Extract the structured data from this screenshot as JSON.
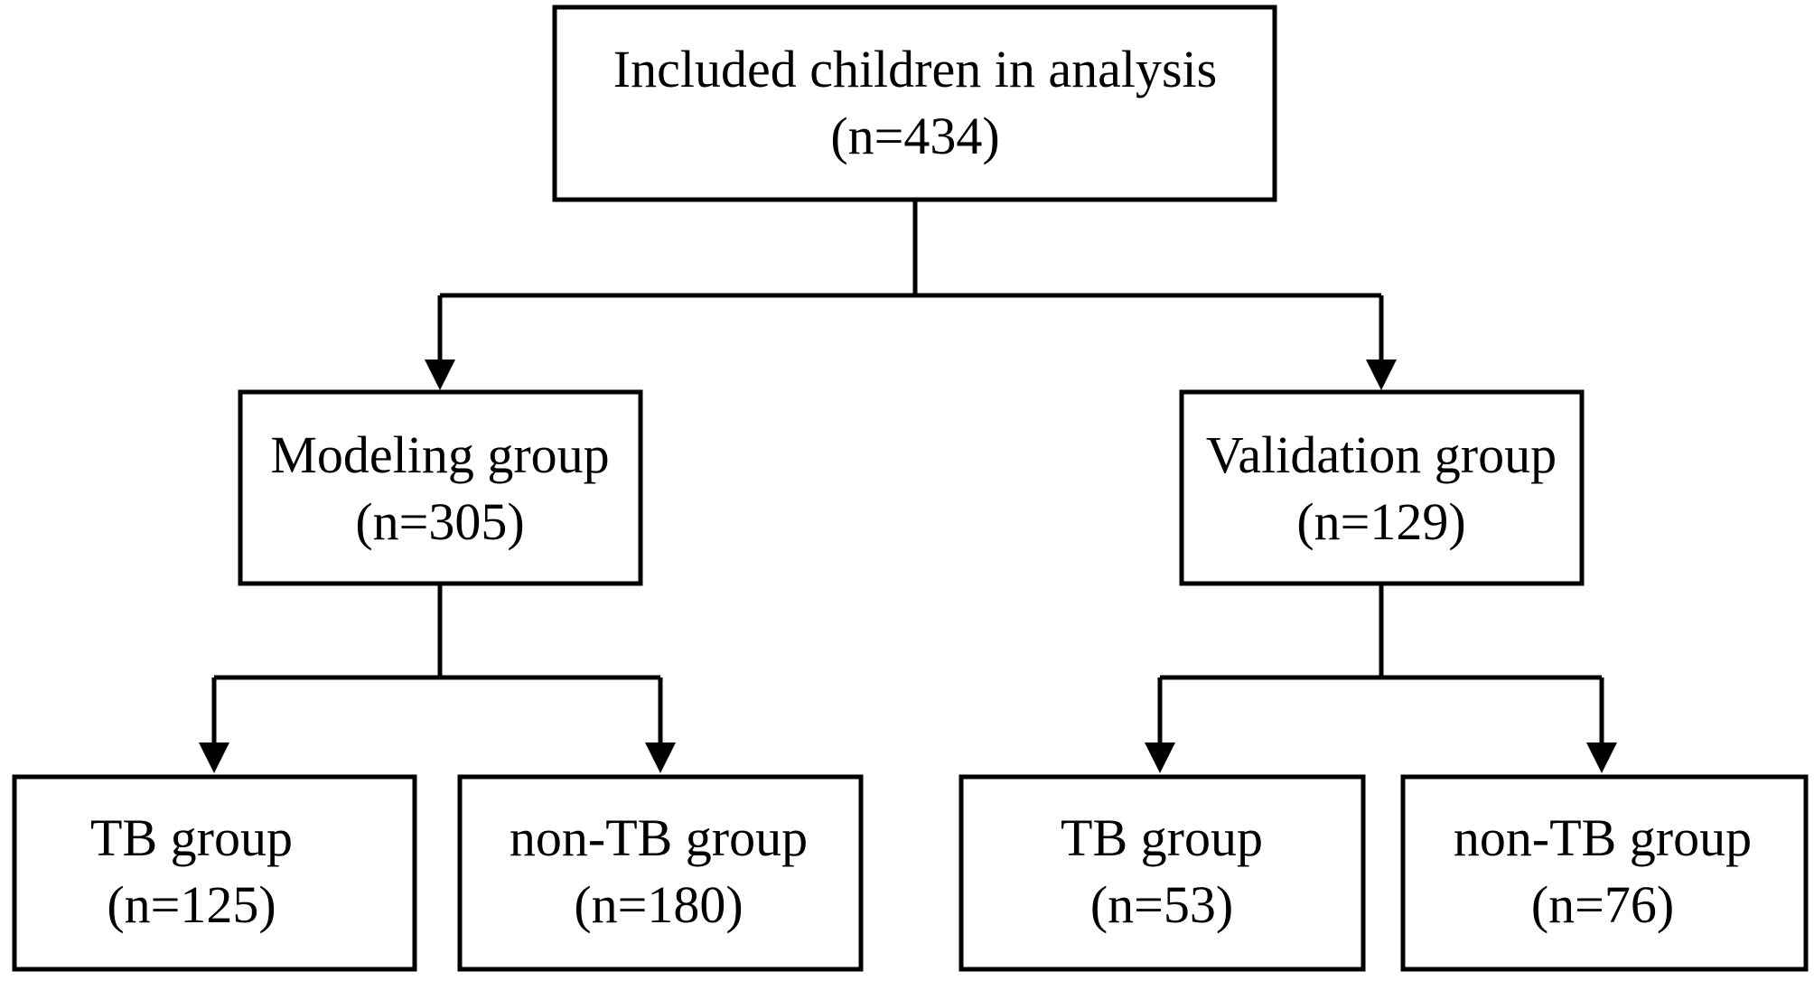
{
  "diagram": {
    "root": {
      "line1": "Included children in analysis",
      "line2": "(n=434)"
    },
    "modeling": {
      "line1": "Modeling group",
      "line2": "(n=305)"
    },
    "validation": {
      "line1": "Validation group",
      "line2": "(n=129)"
    },
    "modeling_tb": {
      "line1": "TB group",
      "line2": "(n=125)"
    },
    "modeling_nontb": {
      "line1": "non-TB group",
      "line2": "(n=180)"
    },
    "validation_tb": {
      "line1": "TB group",
      "line2": "(n=53)"
    },
    "validation_nontb": {
      "line1": "non-TB group",
      "line2": "(n=76)"
    }
  },
  "colors": {
    "stroke": "#000000",
    "background": "#ffffff"
  }
}
